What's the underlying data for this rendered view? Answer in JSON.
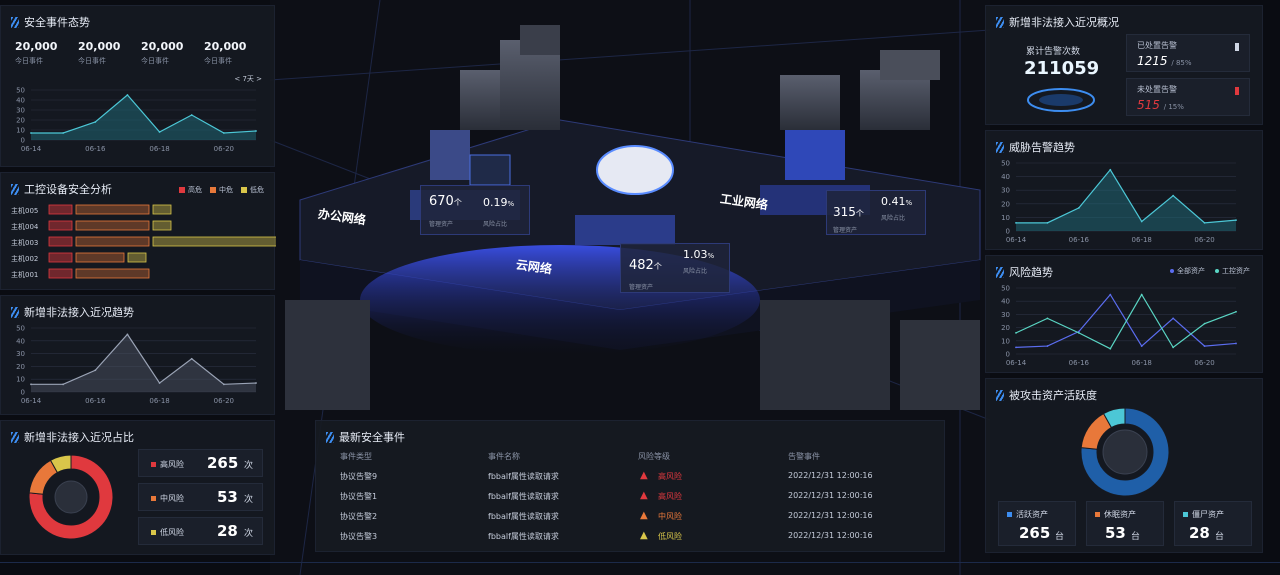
{
  "events_panel": {
    "title": "安全事件态势",
    "stats": [
      {
        "value": "20,000",
        "label": "今日事件"
      },
      {
        "value": "20,000",
        "label": "今日事件"
      },
      {
        "value": "20,000",
        "label": "今日事件"
      },
      {
        "value": "20,000",
        "label": "今日事件"
      }
    ],
    "range_selector": "< 7天 >"
  },
  "ics_panel": {
    "title": "工控设备安全分析",
    "legend": [
      "高危",
      "中危",
      "低危"
    ],
    "hosts": [
      "主机005",
      "主机004",
      "主机003",
      "主机002",
      "主机001"
    ]
  },
  "illegal_trend_panel": {
    "title": "新增非法接入近况趋势"
  },
  "illegal_ratio_panel": {
    "title": "新增非法接入近况占比",
    "items": [
      {
        "label": "高风险",
        "value": "265",
        "unit": "次"
      },
      {
        "label": "中风险",
        "value": "53",
        "unit": "次"
      },
      {
        "label": "低风险",
        "value": "28",
        "unit": "次"
      }
    ]
  },
  "overview_panel": {
    "title": "新增非法接入近况概况",
    "total_label": "累计告警次数",
    "total_value": "211059",
    "handled_label": "已处置告警",
    "handled_value": "1215",
    "handled_pct": "/ 85%",
    "unhandled_label": "未处置告警",
    "unhandled_value": "515",
    "unhandled_pct": "/ 15%"
  },
  "threat_panel": {
    "title": "威胁告警趋势"
  },
  "risk_panel": {
    "title": "风险趋势",
    "legend": [
      "全部资产",
      "工控资产"
    ]
  },
  "asset_panel": {
    "title": "被攻击资产活跃度",
    "items": [
      {
        "label": "活跃资产",
        "value": "265",
        "unit": "台"
      },
      {
        "label": "休眠资产",
        "value": "53",
        "unit": "台"
      },
      {
        "label": "僵尸资产",
        "value": "28",
        "unit": "台"
      }
    ]
  },
  "latest_panel": {
    "title": "最新安全事件",
    "headers": [
      "事件类型",
      "事件名称",
      "风险等级",
      "告警事件"
    ],
    "rows": [
      {
        "type": "协议告警9",
        "name": "fbbalf属性读取请求",
        "level": "高风险",
        "time": "2022/12/31 12:00:16"
      },
      {
        "type": "协议告警1",
        "name": "fbbalf属性读取请求",
        "level": "高风险",
        "time": "2022/12/31 12:00:16"
      },
      {
        "type": "协议告警2",
        "name": "fbbalf属性读取请求",
        "level": "中风险",
        "time": "2022/12/31 12:00:16"
      },
      {
        "type": "协议告警3",
        "name": "fbbalf属性读取请求",
        "level": "低风险",
        "time": "2022/12/31 12:00:16"
      }
    ]
  },
  "scene": {
    "office": {
      "name": "办公网络",
      "count": "670",
      "count_unit": "个",
      "count_label": "管理资产",
      "pct": "0.19",
      "pct_unit": "%",
      "pct_label": "风险占比"
    },
    "cloud": {
      "name": "云网络",
      "count": "482",
      "count_unit": "个",
      "count_label": "管理资产",
      "pct": "1.03",
      "pct_unit": "%",
      "pct_label": "风险占比"
    },
    "industrial": {
      "name": "工业网络",
      "count": "315",
      "count_unit": "个",
      "count_label": "管理资产",
      "pct": "0.41",
      "pct_unit": "%",
      "pct_label": "风险占比"
    }
  },
  "colors": {
    "high": "#e0393e",
    "mid": "#e8783a",
    "low": "#d9c64a",
    "accent": "#3d8df0",
    "teal": "#4cc7d6"
  },
  "chart_data": [
    {
      "type": "area",
      "title": "安全事件态势",
      "x": [
        "06-14",
        "06-15",
        "06-16",
        "06-17",
        "06-18",
        "06-19",
        "06-20",
        "06-21"
      ],
      "values": [
        7,
        7,
        18,
        45,
        8,
        25,
        7,
        9
      ],
      "ylim": [
        0,
        50
      ],
      "yticks": [
        0,
        10,
        20,
        30,
        40,
        50
      ],
      "xticks": [
        "06-14",
        "06-16",
        "06-18",
        "06-20"
      ]
    },
    {
      "type": "bar",
      "title": "工控设备安全分析",
      "categories": [
        "主机005",
        "主机004",
        "主机003",
        "主机002",
        "主机001"
      ],
      "series": [
        {
          "name": "高危",
          "values": [
            5,
            5,
            5,
            5,
            5
          ]
        },
        {
          "name": "中危",
          "values": [
            15,
            15,
            15,
            10,
            15
          ]
        },
        {
          "name": "低危",
          "values": [
            4,
            4,
            27,
            4,
            0
          ]
        }
      ]
    },
    {
      "type": "area",
      "title": "新增非法接入近况趋势",
      "x": [
        "06-14",
        "06-15",
        "06-16",
        "06-17",
        "06-18",
        "06-19",
        "06-20",
        "06-21"
      ],
      "values": [
        6,
        6,
        17,
        45,
        7,
        26,
        6,
        7
      ],
      "ylim": [
        0,
        50
      ],
      "yticks": [
        0,
        10,
        20,
        30,
        40,
        50
      ],
      "xticks": [
        "06-14",
        "06-16",
        "06-18",
        "06-20"
      ]
    },
    {
      "type": "pie",
      "title": "新增非法接入近况占比",
      "categories": [
        "高风险",
        "中风险",
        "低风险"
      ],
      "values": [
        265,
        53,
        28
      ]
    },
    {
      "type": "area",
      "title": "威胁告警趋势",
      "x": [
        "06-14",
        "06-15",
        "06-16",
        "06-17",
        "06-18",
        "06-19",
        "06-20",
        "06-21"
      ],
      "values": [
        6,
        6,
        17,
        45,
        7,
        26,
        6,
        8
      ],
      "ylim": [
        0,
        50
      ],
      "yticks": [
        0,
        10,
        20,
        30,
        40,
        50
      ],
      "xticks": [
        "06-14",
        "06-16",
        "06-18",
        "06-20"
      ]
    },
    {
      "type": "line",
      "title": "风险趋势",
      "x": [
        "06-14",
        "06-15",
        "06-16",
        "06-17",
        "06-18",
        "06-19",
        "06-20",
        "06-21"
      ],
      "series": [
        {
          "name": "全部资产",
          "values": [
            5,
            6,
            17,
            45,
            6,
            27,
            6,
            8
          ]
        },
        {
          "name": "工控资产",
          "values": [
            16,
            27,
            16,
            4,
            45,
            5,
            23,
            32
          ]
        }
      ],
      "ylim": [
        0,
        50
      ],
      "yticks": [
        0,
        10,
        20,
        30,
        40,
        50
      ],
      "xticks": [
        "06-14",
        "06-16",
        "06-18",
        "06-20"
      ]
    },
    {
      "type": "pie",
      "title": "被攻击资产活跃度",
      "categories": [
        "活跃资产",
        "休眠资产",
        "僵尸资产"
      ],
      "values": [
        265,
        53,
        28
      ]
    }
  ]
}
